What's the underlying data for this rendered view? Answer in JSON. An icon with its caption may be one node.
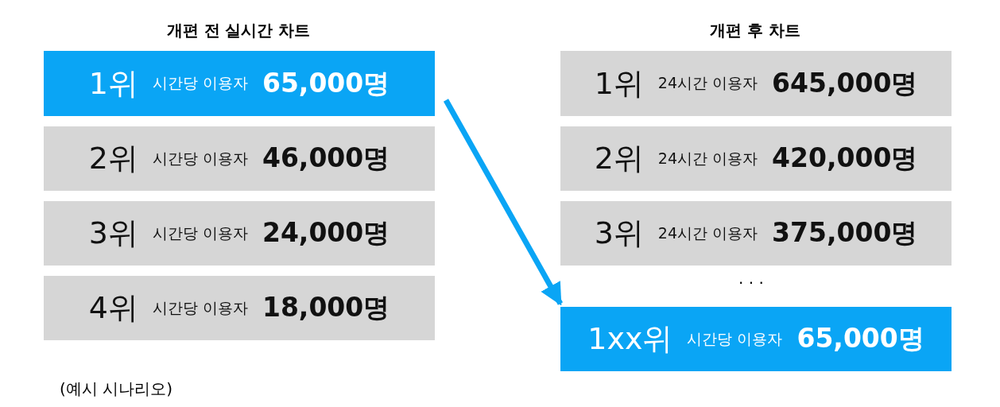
{
  "diagram": {
    "nodes": [
      {
        "text": [
          "1위",
          "시간당 이용자",
          "65,000명"
        ]
      },
      {
        "text": [
          "2위",
          "시간당 이용자",
          "46,000명"
        ]
      },
      {
        "text": [
          "3위",
          "시간당 이용자",
          "24,000명"
        ]
      },
      {
        "text": [
          "4위",
          "시간당 이용자",
          "18,000명"
        ]
      },
      {
        "text": [
          "1위",
          "24시간 이용자",
          "645,000명"
        ]
      },
      {
        "text": [
          "2위",
          "24시간 이용자",
          "420,000명"
        ]
      },
      {
        "text": [
          "3위",
          "24시간 이용자",
          "375,000명"
        ]
      },
      {
        "text": [
          "1xx위",
          "시간당 이용자",
          "65,000명"
        ]
      }
    ],
    "edges": [
      {
        "from": 0,
        "to": 7,
        "arrow": "to"
      }
    ],
    "labels": [
      "개편 전 실시간 차트",
      "개편 후 차트",
      "· · ·",
      "(예시 시나리오)"
    ]
  }
}
